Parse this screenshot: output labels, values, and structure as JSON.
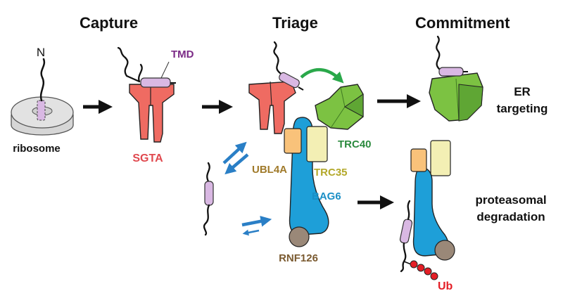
{
  "stages": {
    "capture": "Capture",
    "triage": "Triage",
    "commitment": "Commitment"
  },
  "labels": {
    "n_terminus": "N",
    "tmd": "TMD",
    "ribosome": "ribosome",
    "sgta": "SGTA",
    "trc40": "TRC40",
    "ubl4a": "UBL4A",
    "trc35": "TRC35",
    "bag6": "BAG6",
    "rnf126": "RNF126",
    "ub": "Ub",
    "er_targeting_line1": "ER",
    "er_targeting_line2": "targeting",
    "degradation_line1": "proteasomal",
    "degradation_line2": "degradation"
  },
  "colors": {
    "sgta": "#ef6b62",
    "trc40": "#7cc242",
    "trc40_dark": "#5fa634",
    "ubl4a": "#f9c27a",
    "trc35": "#f3efb4",
    "bag6": "#1e9fd8",
    "rnf126": "#9a8878",
    "ub": "#e41e26",
    "tmd": "#d9b8e3",
    "tmd_label": "#7b2a86",
    "sgta_label": "#e0494f",
    "trc40_label": "#2b8a3e",
    "trc35_label": "#b3a82a",
    "ubl4a_label": "#a07a2a",
    "bag6_label": "#1b8fc6",
    "rnf126_label": "#7a5a30",
    "blue_arrow": "#2a7fc6",
    "green_arrow": "#2aa84a"
  }
}
